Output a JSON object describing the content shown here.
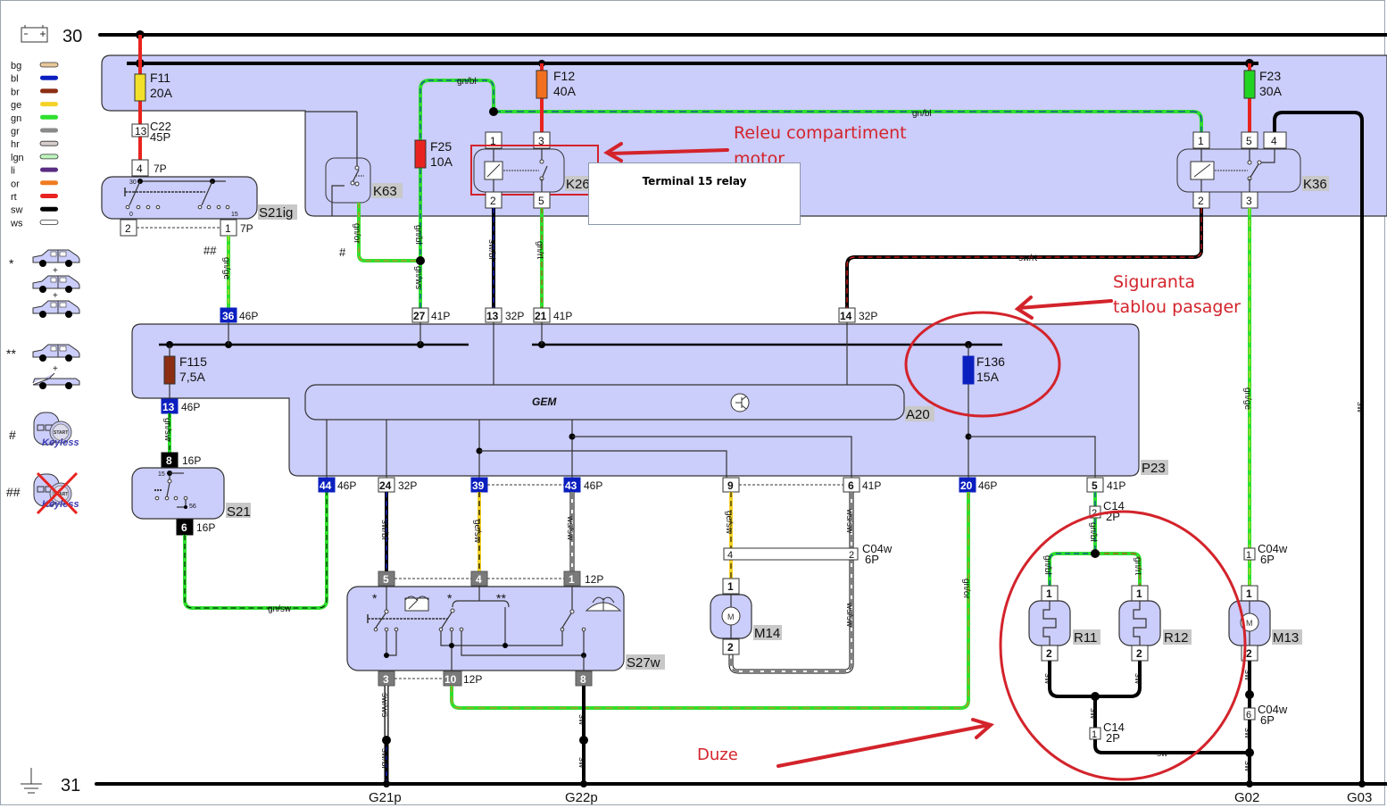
{
  "rails": {
    "top_label": "30",
    "bottom_label": "31"
  },
  "legend": [
    {
      "code": "bg",
      "color": "#e9c99a",
      "outlined": true
    },
    {
      "code": "bl",
      "color": "#0b1fbf",
      "outlined": false
    },
    {
      "code": "br",
      "color": "#8b2e12",
      "outlined": false
    },
    {
      "code": "ge",
      "color": "#f4d227",
      "outlined": false
    },
    {
      "code": "gn",
      "color": "#2fe02f",
      "outlined": false
    },
    {
      "code": "gr",
      "color": "#8a8a8a",
      "outlined": false
    },
    {
      "code": "hr",
      "color": "#d6cccc",
      "outlined": true
    },
    {
      "code": "lgn",
      "color": "#bdf5bd",
      "outlined": true
    },
    {
      "code": "li",
      "color": "#5a2d82",
      "outlined": false
    },
    {
      "code": "or",
      "color": "#f07c22",
      "outlined": false
    },
    {
      "code": "rt",
      "color": "#e8231f",
      "outlined": false
    },
    {
      "code": "sw",
      "color": "#000000",
      "outlined": false
    },
    {
      "code": "ws",
      "color": "#ffffff",
      "outlined": true
    }
  ],
  "variants": {
    "star": "*",
    "plus": "+",
    "double_star": "**",
    "hash": "#",
    "double_hash": "##",
    "keyless_text": "Keyless",
    "start_text": "START"
  },
  "fuses": {
    "F11": {
      "name": "F11",
      "rating": "20A",
      "color": "#f2e02a"
    },
    "F12": {
      "name": "F12",
      "rating": "40A",
      "color": "#f07020"
    },
    "F23": {
      "name": "F23",
      "rating": "30A",
      "color": "#22d422"
    },
    "F25": {
      "name": "F25",
      "rating": "10A",
      "color": "#e8231f"
    },
    "F115": {
      "name": "F115",
      "rating": "7,5A",
      "color": "#8b2e12"
    },
    "F136": {
      "name": "F136",
      "rating": "15A",
      "color": "#0b1fbf"
    }
  },
  "components": {
    "S21ig": "S21ig",
    "K63": "K63",
    "K26": "K26",
    "K36": "K36",
    "S21": "S21",
    "A20": "A20",
    "P23": "P23",
    "GEM": "GEM",
    "S27w": "S27w",
    "M14": "M14",
    "M13": "M13",
    "R11": "R11",
    "R12": "R12",
    "motor_symbol": "M"
  },
  "connectors": {
    "C22": "C22",
    "C22_pins": "45P",
    "C14": "C14",
    "C14_pins": "2P",
    "C04w": "C04w",
    "C04w_pins": "6P",
    "p7": "7P",
    "p16": "16P",
    "p46": "46P",
    "p41": "41P",
    "p32": "32P",
    "p12": "12P"
  },
  "pins": {
    "c22_13": "13",
    "s21ig_4": "4",
    "s21ig_2": "2",
    "s21ig_1": "1",
    "s21ig_30": "30",
    "s21ig_0": "0",
    "s21ig_15": "15",
    "k26_1": "1",
    "k26_3": "3",
    "k26_2": "2",
    "k26_5": "5",
    "k36_1": "1",
    "k36_5": "5",
    "k36_4": "4",
    "k36_2": "2",
    "k36_3": "3",
    "p36": "36",
    "p27": "27",
    "p13a": "13",
    "p21": "21",
    "p14": "14",
    "p13b": "13",
    "s21_8": "8",
    "s21_6": "6",
    "s21_15": "15",
    "s21_56": "56",
    "p44": "44",
    "p24": "24",
    "p39": "39",
    "p43": "43",
    "p9": "9",
    "p6": "6",
    "p20": "20",
    "p5": "5",
    "s27_5": "5",
    "s27_4": "4",
    "s27_1": "1",
    "s27_3": "3",
    "s27_10": "10",
    "s27_8": "8",
    "c04_4": "4",
    "c04_2": "2",
    "c04_1": "1",
    "c04_6": "6",
    "m14_1": "1",
    "m14_2": "2",
    "m13_1": "1",
    "m13_2": "2",
    "r11_1": "1",
    "r11_2": "2",
    "r12_1": "1",
    "r12_2": "2",
    "c14_2": "2",
    "c14_1": "1"
  },
  "wires": {
    "rt": "rt",
    "gn_bl": "gn/bl",
    "gn_ge": "gn/ge",
    "gn_or": "gn/or",
    "gn_ws": "gn/ws",
    "sw_bl": "sw/bl",
    "gn_rt": "gn/rt",
    "sw_rt": "sw/rt",
    "gn_sw": "gn/sw",
    "ge_sw": "ge/sw",
    "ws_sw": "ws/sw",
    "sw_ws": "sw/ws",
    "sw": "sw"
  },
  "grounds": [
    "G21p",
    "G22p",
    "G02",
    "G03"
  ],
  "annotations": {
    "relay_note_line1": "Releu compartiment",
    "relay_note_line2": "motor",
    "fuse_note_line1": "Siguranta",
    "fuse_note_line2": "tablou pasager",
    "nozzle_note": "Duze",
    "tooltip": "Terminal 15 relay"
  }
}
